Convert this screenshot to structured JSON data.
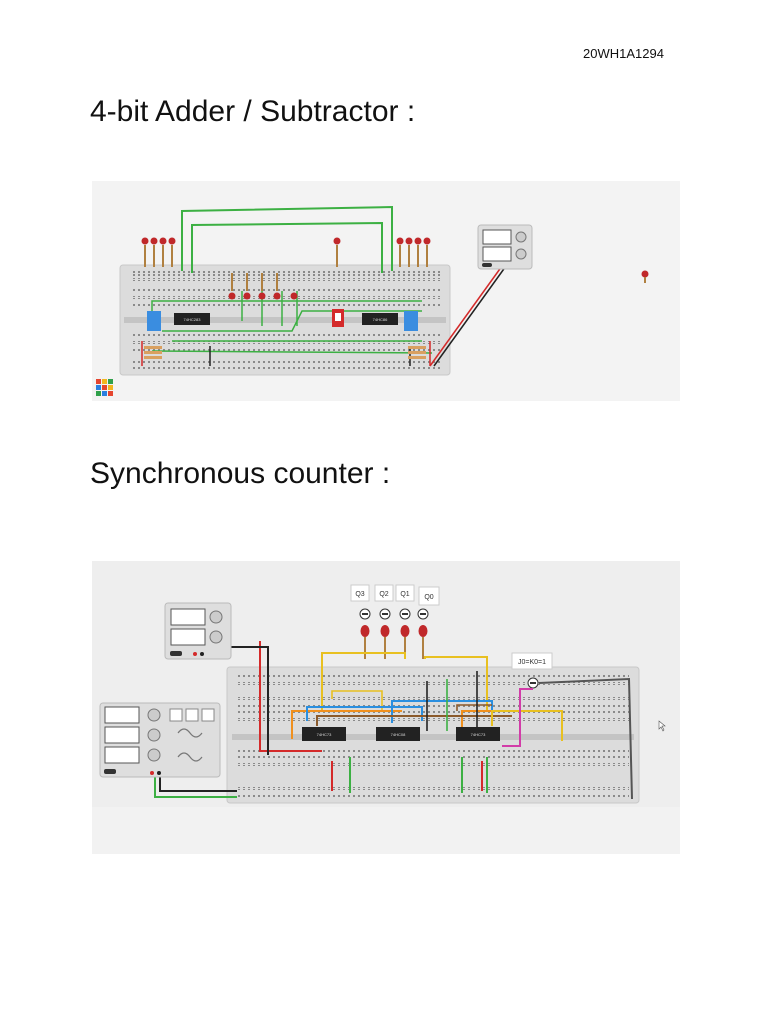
{
  "header": {
    "doc_id": "20WH1A1294"
  },
  "section1": {
    "title": "4-bit Adder / Subtractor :",
    "chips": [
      "74HC283",
      "74HC86"
    ]
  },
  "section2": {
    "title": "Synchronous counter :",
    "output_labels": [
      "Q3",
      "Q2",
      "Q1",
      "Q0"
    ],
    "input_label": "J0=K0=1",
    "chips": [
      "74HC73",
      "74HC08",
      "74HC73"
    ]
  },
  "colors": {
    "wire_green": "#3cb043",
    "wire_red": "#d42a2a",
    "wire_black": "#222222",
    "wire_yellow": "#e8c020",
    "wire_orange": "#f0901e",
    "wire_blue": "#2a8fe0",
    "wire_brown": "#8b5a2b",
    "wire_magenta": "#d23ca8",
    "led_red": "#c0282a",
    "dip_blue": "#3a8de0",
    "chip_black": "#222222"
  }
}
